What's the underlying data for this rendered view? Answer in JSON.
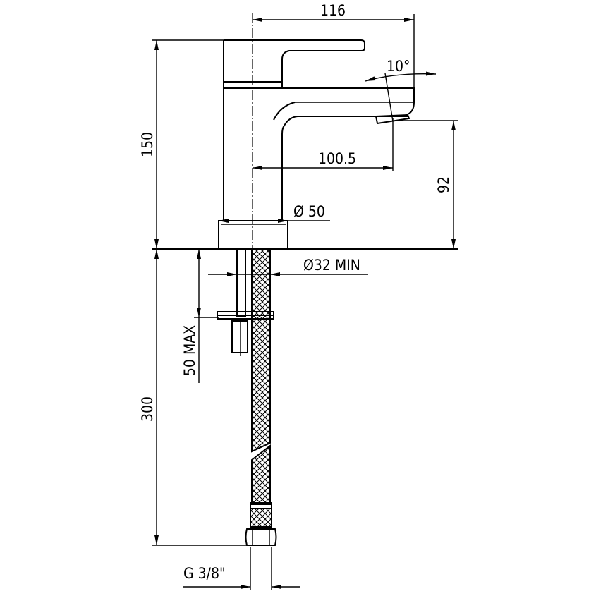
{
  "title": "Basin mixer technical drawing",
  "dimensions": {
    "overall_width": "116",
    "spout_angle": "10°",
    "spout_reach": "100.5",
    "spout_height": "92",
    "body_height": "150",
    "base_diameter": "Ø 50",
    "hole_diameter": "Ø32 MIN",
    "deck_thickness": "50 MAX",
    "hose_length": "300",
    "connection": "G 3/8\""
  },
  "colors": {
    "line": "#000000",
    "background": "#ffffff"
  }
}
